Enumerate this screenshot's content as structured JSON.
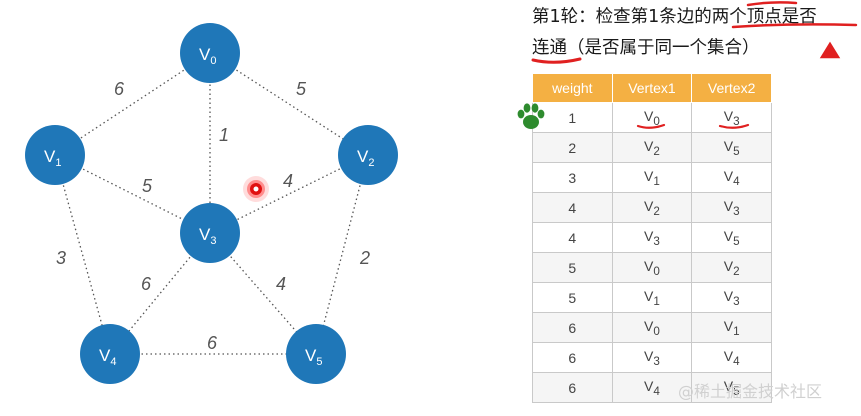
{
  "heading": {
    "line1": "第1轮：检查第1条边的两个顶点是否",
    "line2": "连通（是否属于同一个集合）"
  },
  "graph": {
    "nodes": [
      {
        "id": "v0",
        "label": "V",
        "sub": "0"
      },
      {
        "id": "v1",
        "label": "V",
        "sub": "1"
      },
      {
        "id": "v2",
        "label": "V",
        "sub": "2"
      },
      {
        "id": "v3",
        "label": "V",
        "sub": "3"
      },
      {
        "id": "v4",
        "label": "V",
        "sub": "4"
      },
      {
        "id": "v5",
        "label": "V",
        "sub": "5"
      }
    ],
    "edges": [
      {
        "from": "v0",
        "to": "v1",
        "weight": "6"
      },
      {
        "from": "v0",
        "to": "v2",
        "weight": "5"
      },
      {
        "from": "v0",
        "to": "v3",
        "weight": "1"
      },
      {
        "from": "v1",
        "to": "v3",
        "weight": "5"
      },
      {
        "from": "v2",
        "to": "v3",
        "weight": "4"
      },
      {
        "from": "v1",
        "to": "v4",
        "weight": "3"
      },
      {
        "from": "v2",
        "to": "v5",
        "weight": "2"
      },
      {
        "from": "v3",
        "to": "v4",
        "weight": "6"
      },
      {
        "from": "v3",
        "to": "v5",
        "weight": "4"
      },
      {
        "from": "v4",
        "to": "v5",
        "weight": "6"
      }
    ]
  },
  "table": {
    "headers": [
      "weight",
      "Vertex1",
      "Vertex2"
    ],
    "rows": [
      {
        "weight": "1",
        "v1": "V",
        "v1sub": "0",
        "v2": "V",
        "v2sub": "3"
      },
      {
        "weight": "2",
        "v1": "V",
        "v1sub": "2",
        "v2": "V",
        "v2sub": "5"
      },
      {
        "weight": "3",
        "v1": "V",
        "v1sub": "1",
        "v2": "V",
        "v2sub": "4"
      },
      {
        "weight": "4",
        "v1": "V",
        "v1sub": "2",
        "v2": "V",
        "v2sub": "3"
      },
      {
        "weight": "4",
        "v1": "V",
        "v1sub": "3",
        "v2": "V",
        "v2sub": "5"
      },
      {
        "weight": "5",
        "v1": "V",
        "v1sub": "0",
        "v2": "V",
        "v2sub": "2"
      },
      {
        "weight": "5",
        "v1": "V",
        "v1sub": "1",
        "v2": "V",
        "v2sub": "3"
      },
      {
        "weight": "6",
        "v1": "V",
        "v1sub": "0",
        "v2": "V",
        "v2sub": "1"
      },
      {
        "weight": "6",
        "v1": "V",
        "v1sub": "3",
        "v2": "V",
        "v2sub": "4"
      },
      {
        "weight": "6",
        "v1": "V",
        "v1sub": "4",
        "v2": "V",
        "v2sub": "5"
      }
    ]
  },
  "watermark": "@稀土掘金技术社区",
  "colors": {
    "node": "#1f77b8",
    "header": "#f4b043",
    "annotation": "#e02020",
    "paw": "#2e8b2e"
  },
  "icons": {
    "paw": "paw-icon",
    "pointer": "laser-pointer-icon"
  }
}
